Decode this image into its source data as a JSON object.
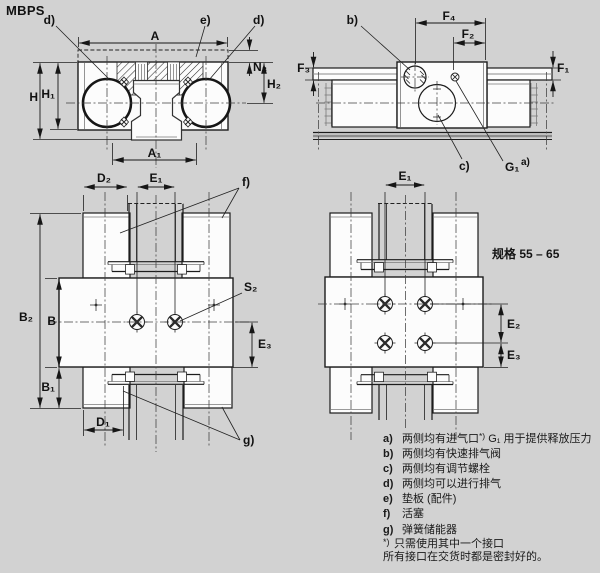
{
  "title": "MBPS",
  "size_note": "规格 55 – 65",
  "labels": {
    "top_section": {
      "A": "A",
      "A1": "A₁",
      "H": "H",
      "H1": "H₁",
      "H2": "H₂",
      "N3": "N₃",
      "d_left": "d)",
      "e": "e)",
      "d_right": "d)"
    },
    "side_view": {
      "F1": "F₁",
      "F2": "F₂",
      "F3": "F₃",
      "F4": "F₄",
      "G1": "G₁",
      "a": "a)",
      "b": "b)",
      "c": "c)"
    },
    "plan_small": {
      "B": "B",
      "B1": "B₁",
      "B2": "B₂",
      "D1": "D₁",
      "D2": "D₂",
      "E1": "E₁",
      "E3": "E₃",
      "S2": "S₂",
      "f": "f)",
      "g": "g)"
    },
    "plan_large": {
      "E1": "E₁",
      "E2": "E₂",
      "E3": "E₃"
    }
  },
  "legend": {
    "items": [
      {
        "key": "a)",
        "pre": "两侧均有进气口",
        "sup": "*)",
        "post": " G₁ 用于提供释放压力"
      },
      {
        "key": "b)",
        "pre": "两侧均有快速排气阀",
        "sup": "",
        "post": ""
      },
      {
        "key": "c)",
        "pre": "两侧均有调节螺栓",
        "sup": "",
        "post": ""
      },
      {
        "key": "d)",
        "pre": "两侧均可以进行排气",
        "sup": "",
        "post": ""
      },
      {
        "key": "e)",
        "pre": "垫板 (配件)",
        "sup": "",
        "post": ""
      },
      {
        "key": "f)",
        "pre": "活塞",
        "sup": "",
        "post": ""
      },
      {
        "key": "g)",
        "pre": "弹簧储能器",
        "sup": "",
        "post": ""
      }
    ],
    "footnote_marker": "*)",
    "footnote1": "只需使用其中一个接口",
    "footnote2": "所有接口在交货时都是密封好的。"
  }
}
